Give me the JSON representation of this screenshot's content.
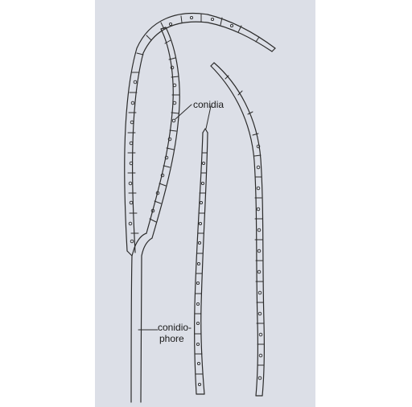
{
  "labels": {
    "conidia": "conidia",
    "conidiophore_line1": "conidio-",
    "conidiophore_line2": "phore"
  },
  "colors": {
    "background": "#dcdfe7",
    "ink": "#2b2b2b"
  }
}
